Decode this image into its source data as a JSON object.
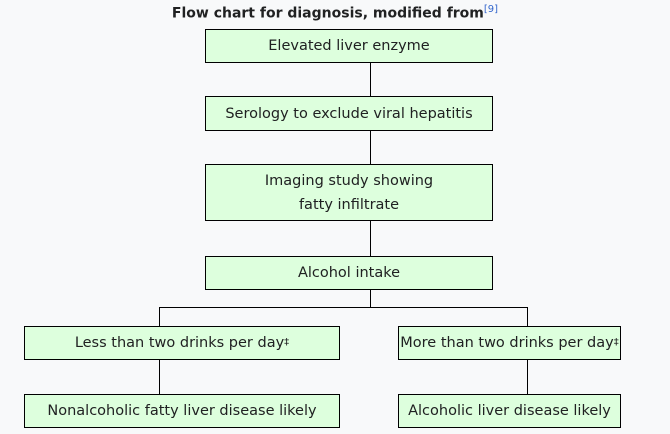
{
  "title": "Flow chart for diagnosis, modified from",
  "citation": "[9]",
  "nodes": {
    "n1": "Elevated liver enzyme",
    "n2": "Serology to exclude viral hepatitis",
    "n3a": "Imaging study showing",
    "n3b": "fatty infiltrate",
    "n4": "Alcohol intake",
    "n5": "Less than two drinks per day",
    "n6": "More than two drinks per day",
    "n7": "Nonalcoholic fatty liver disease likely",
    "n8": "Alcoholic liver disease likely"
  },
  "footnote_mark": "‡"
}
